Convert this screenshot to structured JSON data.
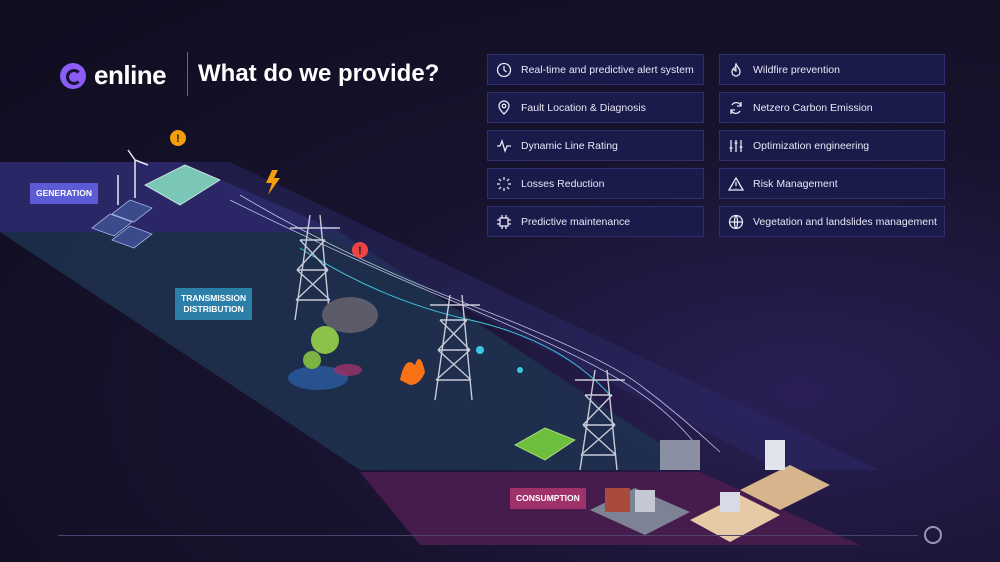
{
  "brand": {
    "name": "enline"
  },
  "headline": "What do we provide?",
  "features": [
    {
      "label": "Real-time and predictive alert system",
      "icon": "clock-icon"
    },
    {
      "label": "Wildfire prevention",
      "icon": "flame-icon"
    },
    {
      "label": "Fault Location & Diagnosis",
      "icon": "location-pin-icon"
    },
    {
      "label": "Netzero Carbon Emission",
      "icon": "recycle-icon"
    },
    {
      "label": "Dynamic Line Rating",
      "icon": "pulse-icon"
    },
    {
      "label": "Optimization engineering",
      "icon": "sliders-icon"
    },
    {
      "label": "Losses Reduction",
      "icon": "loader-icon"
    },
    {
      "label": "Risk Management",
      "icon": "warning-icon"
    },
    {
      "label": "Predictive maintenance",
      "icon": "chip-icon"
    },
    {
      "label": "Vegetation and landslides management",
      "icon": "globe-icon"
    }
  ],
  "stages": {
    "generation": "GENERATION",
    "transmission": "TRANSMISSION\nDISTRIBUTION",
    "transmission_line1": "TRANSMISSION",
    "transmission_line2": "DISTRIBUTION",
    "consumption": "CONSUMPTION"
  },
  "colors": {
    "generation": "#5b5bd6",
    "transmission": "#2b7fa8",
    "consumption": "#a0326a",
    "alert": "#f59e0b",
    "danger": "#ef4444"
  }
}
